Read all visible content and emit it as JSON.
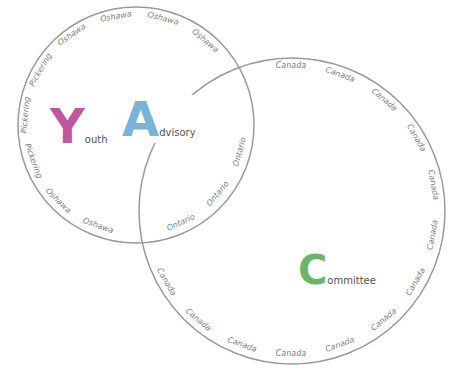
{
  "diagram": {
    "nodes": [
      {
        "text": [
          "Youth"
        ]
      },
      {
        "text": [
          "Committee"
        ]
      }
    ],
    "labels": [
      "Advisory",
      "Oshawa",
      "Oshawa",
      "Pickering",
      "Pickering",
      "Pickering",
      "Oshawa",
      "Oshawa",
      "Oshawa",
      "Oshawa",
      "Ontario",
      "Ontario",
      "Ontario",
      "Canada",
      "Canada",
      "Canada",
      "Canada",
      "Canada",
      "Canada",
      "Canada",
      "Canada",
      "Canada",
      "Canada",
      "Canada",
      "Canada",
      "Canada"
    ]
  }
}
